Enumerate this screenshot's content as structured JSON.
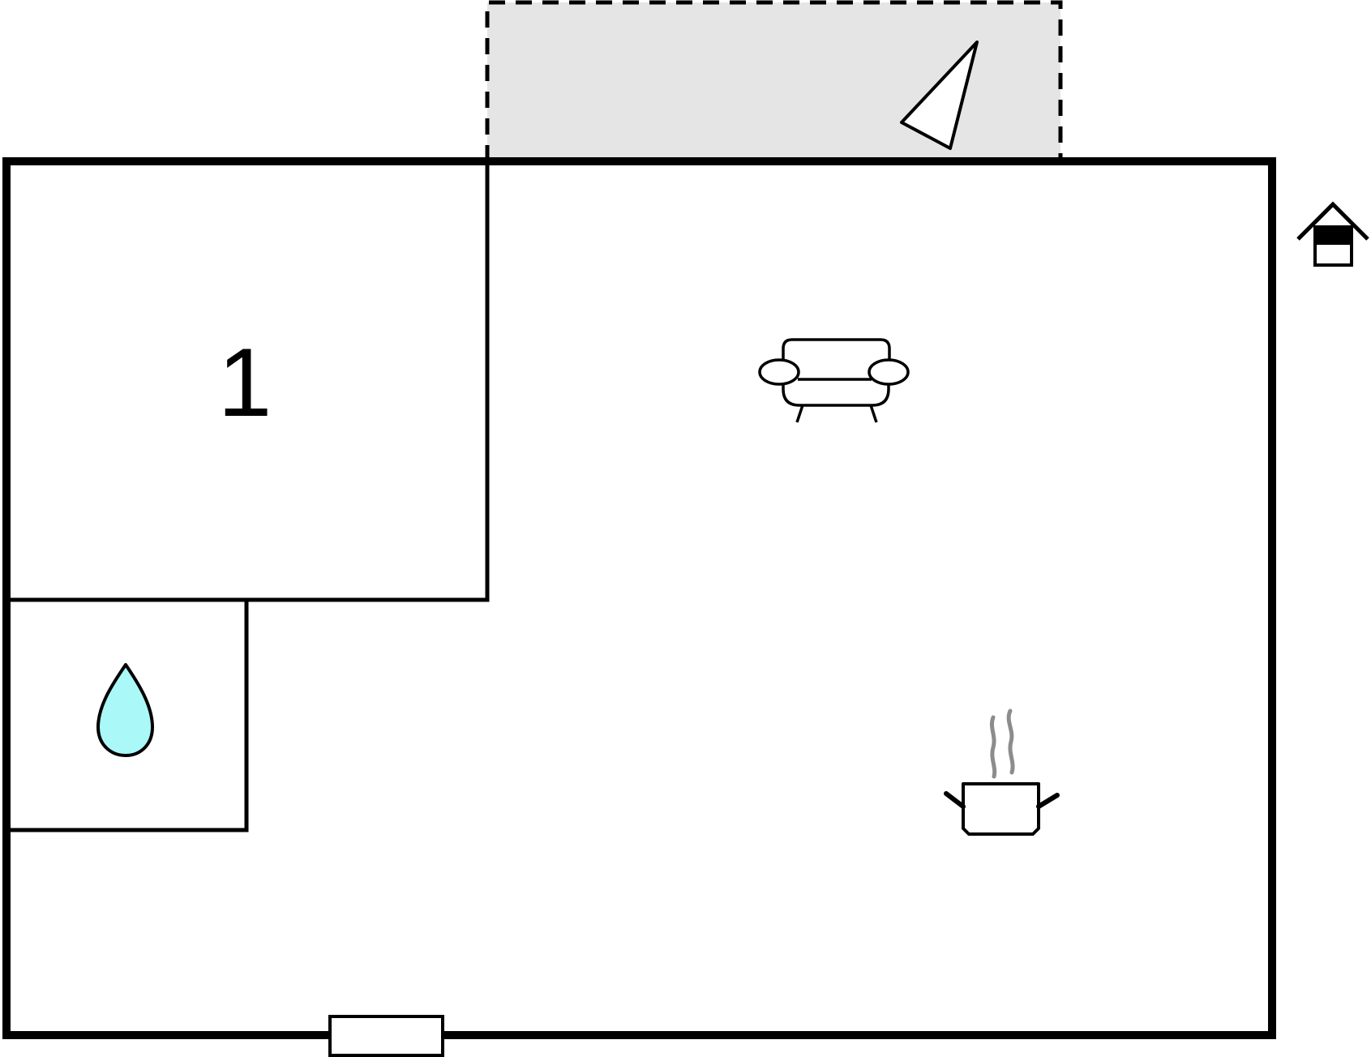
{
  "floorplan": {
    "rooms": [
      {
        "type": "bedroom",
        "label": "1"
      },
      {
        "type": "bathroom",
        "icon": "water-drop-icon"
      },
      {
        "type": "living-room",
        "icon": "sofa-icon"
      },
      {
        "type": "kitchen",
        "icon": "cooking-pot-icon"
      }
    ],
    "terrace": {
      "icon": "sunshade-icon",
      "fill": "#e5e5e5"
    },
    "entrance": {
      "icon": "house-entrance-icon"
    },
    "colors": {
      "wall": "#000000",
      "water_drop": "#aaf8f8",
      "steam": "#8c8c8c",
      "terrace": "#e5e5e5"
    }
  }
}
